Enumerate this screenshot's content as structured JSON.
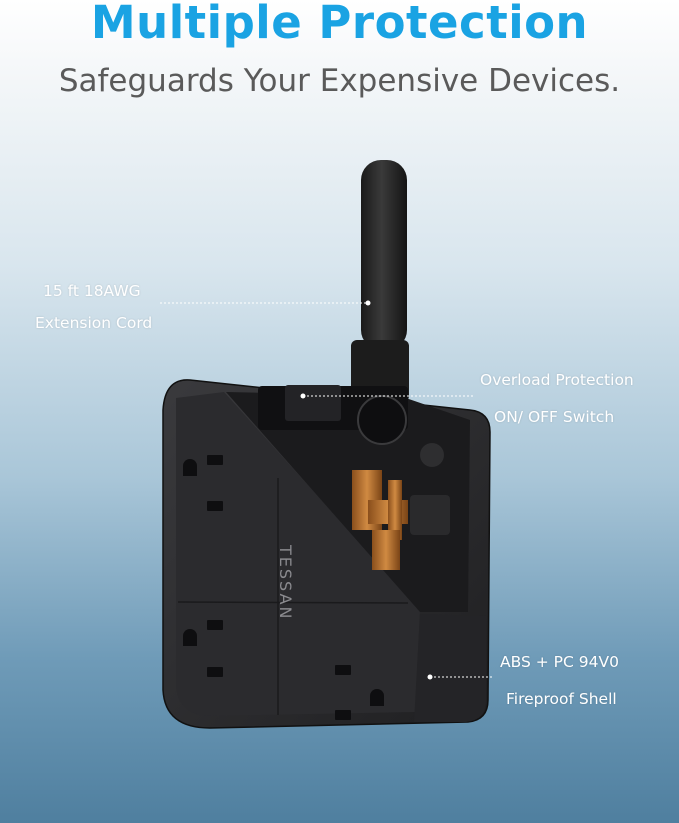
{
  "header": {
    "title": "Multiple Protection",
    "subtitle": "Safeguards Your Expensive Devices."
  },
  "callouts": {
    "cord_line1": "15 ft 18AWG",
    "cord_line2": "Extension Cord",
    "switch_line1": "Overload Protection",
    "switch_line2": "ON/ OFF Switch",
    "shell_line1": "ABS + PC 94V0",
    "shell_line2": "Fireproof Shell"
  },
  "product": {
    "brand": "TESSAN"
  },
  "colors": {
    "title": "#1aa3e3",
    "subtitle": "#5a5a5a",
    "callout_text": "#ffffff",
    "body": "#2a2a2c",
    "internal_copper": "#b8732e"
  }
}
